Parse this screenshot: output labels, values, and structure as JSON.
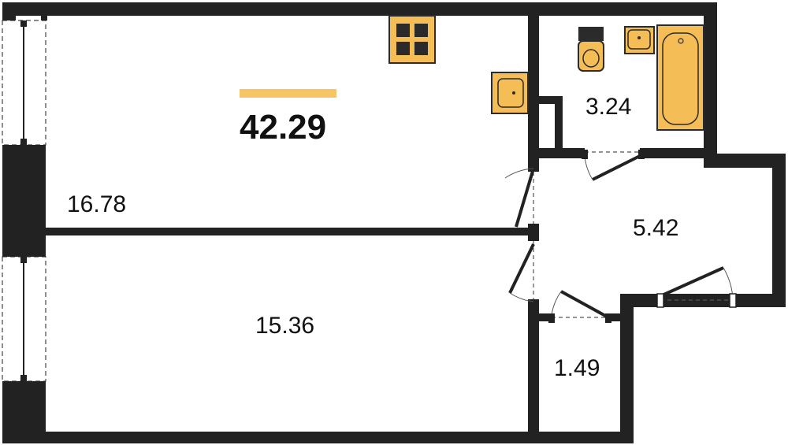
{
  "plan": {
    "total_area": "42.29",
    "rooms": [
      {
        "id": "living-room",
        "area": "16.78"
      },
      {
        "id": "bedroom",
        "area": "15.36"
      },
      {
        "id": "bathroom",
        "area": "3.24"
      },
      {
        "id": "hallway",
        "area": "5.42"
      },
      {
        "id": "storage",
        "area": "1.49"
      }
    ]
  },
  "colors": {
    "wall": "#222222",
    "fixture_fill": "#f5bd56",
    "fixture_stroke": "#2b2b2b",
    "accent_bar": "#f7c564",
    "door_line": "#555555"
  },
  "icons": [
    "stove-icon",
    "sink-icon",
    "toilet-icon",
    "bathtub-icon",
    "window-icon",
    "door-icon"
  ]
}
